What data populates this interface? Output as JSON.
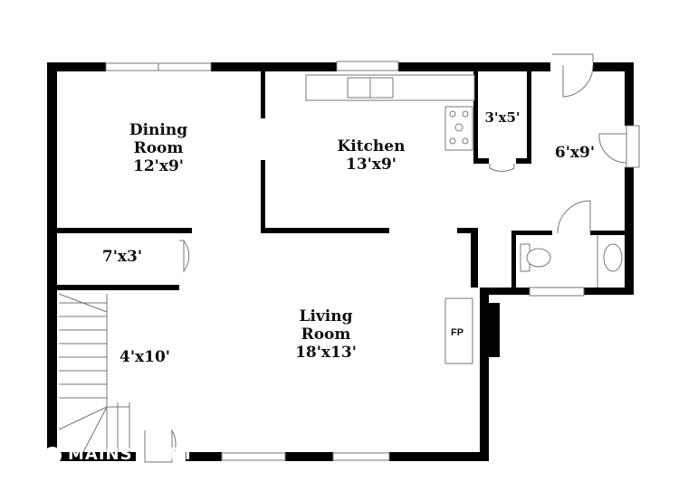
{
  "rooms": {
    "dining": {
      "name1": "Dining",
      "name2": "Room",
      "size": "12'x9'"
    },
    "kitchen": {
      "name": "Kitchen",
      "size": "13'x9'"
    },
    "pantry": {
      "size": "3'x5'"
    },
    "mudroom": {
      "size": "6'x9'"
    },
    "closet": {
      "size": "7'x3'"
    },
    "stairs": {
      "size": "4'x10'"
    },
    "living": {
      "name1": "Living",
      "name2": "Room",
      "size": "18'x13'"
    }
  },
  "fireplace_label": "FP",
  "watermark": "MAINSTREET"
}
